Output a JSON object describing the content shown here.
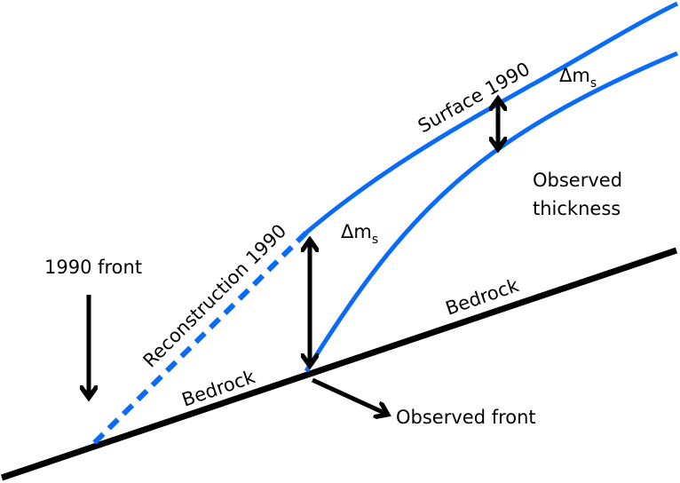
{
  "diagram": {
    "description": "Glacier surface reconstruction schematic",
    "colors": {
      "surface": "#0a6cf5",
      "bedrock": "#000000",
      "arrow": "#000000"
    },
    "labels": {
      "surface_1990": "Surface 1990",
      "reconstruction_1990": "Reconstruction 1990",
      "delta_ms_main": "Δm",
      "delta_ms_main_sub": "s",
      "delta_ms_upper": "Δm",
      "delta_ms_upper_sub": "s",
      "observed_thickness_line1": "Observed",
      "observed_thickness_line2": "thickness",
      "front_1990": "1990 front",
      "bedrock_lower": "Bedrock",
      "bedrock_upper": "Bedrock",
      "observed_front": "Observed front"
    }
  }
}
